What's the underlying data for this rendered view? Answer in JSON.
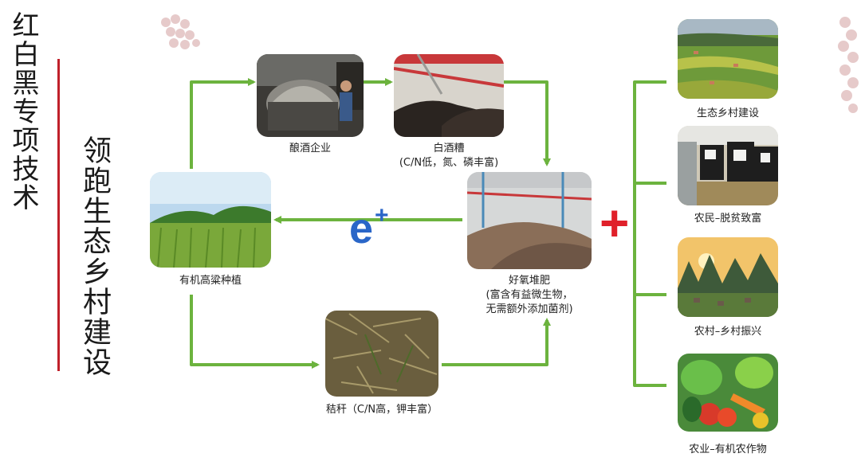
{
  "title": {
    "main": "红白黑专项技术",
    "sub": "领跑生态乡村建设"
  },
  "flow": {
    "brewery": "酿酒企业",
    "baijiu_lees": {
      "name": "白酒糟",
      "note": "(C/N低，氮、磷丰富)"
    },
    "compost": {
      "name": "好氧堆肥",
      "note1": "(富含有益微生物，",
      "note2": "无需额外添加菌剂)"
    },
    "sorghum": "有机高粱种植",
    "straw": "秸秆（C/N高，钾丰富）",
    "e_label": "e",
    "e_sup": "+"
  },
  "plus_symbol": "+",
  "outcomes": [
    {
      "label": "生态乡村建设",
      "icon": "village-aerial-photo"
    },
    {
      "label": "农民–脱贫致富",
      "icon": "cattle-farm-photo"
    },
    {
      "label": "农村–乡村振兴",
      "icon": "karst-village-photo"
    },
    {
      "label": "农业–有机农作物",
      "icon": "vegetables-photo"
    }
  ],
  "colors": {
    "arrow": "#6cb33e",
    "accent_red": "#e0202a",
    "e_blue": "#2a66c8",
    "divider": "#c0202a"
  }
}
